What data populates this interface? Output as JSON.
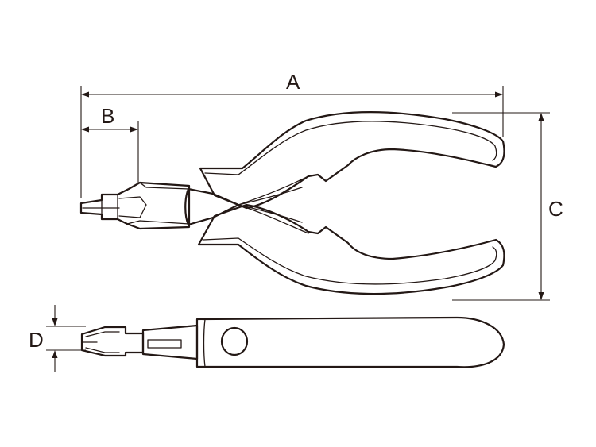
{
  "dimensions": {
    "a": "A",
    "b": "B",
    "c": "C",
    "d": "D"
  },
  "colors": {
    "line": "#231815",
    "background": "#ffffff"
  }
}
